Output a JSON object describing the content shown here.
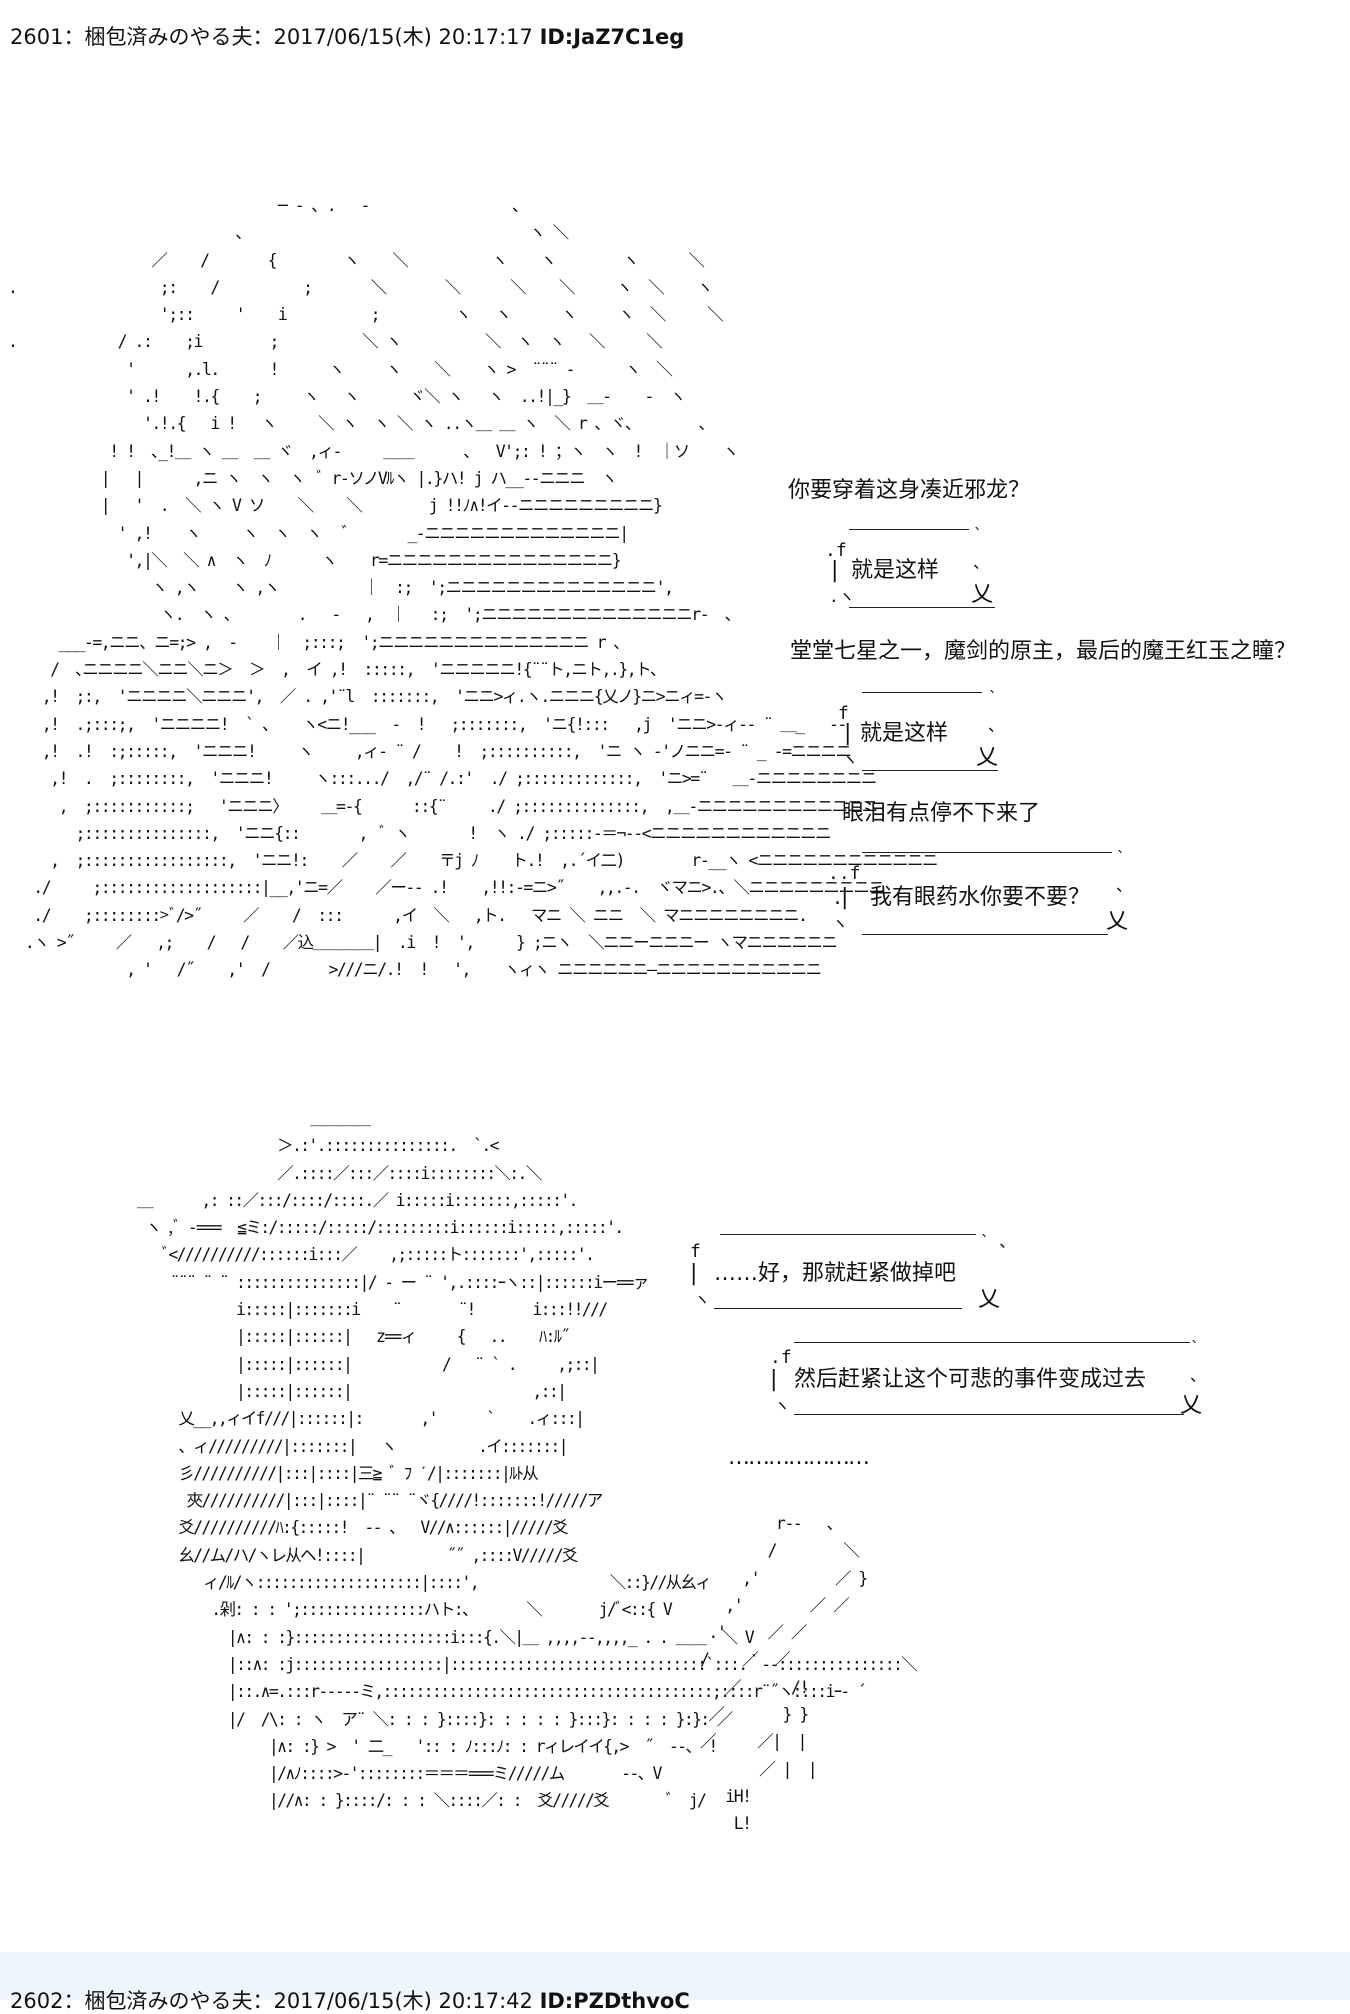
{
  "post1": {
    "number": "2601",
    "name": "：梱包済みのやる夫",
    "date": "：2017/06/15(木) 20:17:17",
    "id": "ID:JaZ7C1eg"
  },
  "post2": {
    "number": "2602",
    "name": "：梱包済みのやる夫",
    "date": "：2017/06/15(木) 20:17:42",
    "id": "ID:PZDthvoC"
  },
  "aa1": {
    "art": "                                ─ - ､ .   -                 ､\n                           ､                                  ヽ ＼\n                 ／    /       {        ヽ    ＼          ヽ    ヽ        ヽ      ＼\n.                 ;:    /          ;       ＼       ＼      ＼    ＼     ヽ  ＼    ヽ\n                  ';::     '    i          ;         ヽ   ヽ      ヽ     ヽ  ＼     ＼\n.            / .:    ;i        ;          ＼ ヽ          ＼  ヽ  ヽ   ＼     ＼\n              '      ,.l.      !      ヽ     ヽ    ＼    ヽ >  ¨¨¨ -      ヽ  ＼\n              ' .!    !.{    ;     ヽ   ヽ      ヾ＼ ヽ   ヽ  ..!|_}  ＿-    -  ヽ\n                '.!.{   i !   ヽ     ＼ ヽ  ヽ ＼ ヽ ..ヽ＿ ＿ ヽ  ＼ r ､ ヾ、       ､\n            ! !  ､_!＿ ヽ ＿  ＿ ヾ  ,ィ-     ＿＿      ､   V';: ! ；ヽ  ヽ  !  ｜ソ    ヽ\n           |   |      ,ニ ヽ  ヽ  ヽ  ﾞ r-ソノVﾙヽ |.}ハ! j ハ__--ニニニ  ヽ\n           |   '  .  ＼ ヽ V ソ    ＼    ＼        j !!ﾉ∧!イ--ニニニニニニニニニ}\n             ' ,!    ヽ     ヽ  ヽ  ヽ   ﾞ       _-ニニニニニニニニニニニニニ|\n              ',|＼  ＼ ∧  ヽ  ﾉ      ヽ    r=ニニニニニニニニニニニニニニニ}\n                 ヽ ,ヽ    ヽ ,ヽ          ｜  :;  ';ニニニニニニニニニニニニニニ',\n                  ヽ.  ヽ 、       .   ‐   ,  ｜   :;  ';ニニニニニニニニニニニニニニr‐  ､\n      ___‐=,ニニ、ニ=;> ,  -    ｜  ;:::;  ';ニニニニニニニニニニニニニニ r ､\n     /  ､ニニニニ＼ニニ＼ニ＞  ＞  ,  イ ,!  :::::,  'ニニニニニ!{¨¨ト,ニト,.},ト、\n    ,!  ;:,  'ニニニニ＼ニニニ',  ／ . ,'¨l  :::::::,  'ニニ>ィ.ヽ.ニニニ{乂ノ}ニ>ニィ=-ヽ\n    ,!  .;:::;,  'ニニニニ!  ` 、   ヽ<ニ!___  -  !   ;:::::::,  'ニ{!:::   ,j  'ニニ>-ィ-‐ ¨ ＿_   --\n    ,!  .!  :;:::::,  'ニニニ!     ヽ     ,ィ‐ ¨ /    !  ;::::::::::,  'ニ ヽ ‐'ノニニ=- ¨ _ -=ニニニニ\n     ,!  .  ;::::::::,  'ニニニ!     ヽ:::.../  ,/¨ /.:'  ./ ;:::::::::::::,  'ニ>=¨   ＿-ニニニニニニニニ\n      ,  ;:::::::::::;   'ニニニ〉    ＿=-{      ::{¨     ./ ;::::::::::::::,  ,＿-ニニニニニニニニニニニニ\n        ;:::::::::::::::,  'ニニ{::       ,  ﾞ ヽ       !  ヽ ./ ;:::::-＝¬-‐<ニニニニニニニニニニニニ\n     ,  ;:::::::::::::::::,  'ニニ!:    ／    ／    〒j ﾉ    ト.!  ,.´イ二)        r‐__ヽ <ニニニニニニニニニニニニ\n   ./     ;:::::::::::::::::::|__,'ニ=／    ／ー‐‐ .!    ,!!:-=ニ>˝    ,,.-.  ヾマニ>.、＼ニニニニニニニニニ\n   ./    ;::::::::>ﾞ/>˝     ／    /  :::      ,イ  ＼   ,ト.   マニ ＼ ニニ  ＼ マニニニニニニニニ.\n  .ヽ >˝     ／   ,;    /   /    ／込＿＿＿＿|  .i  !  ',     } ;ニヽ  ＼ニニーニニニー ヽマニニニニニニ\n              , '   /˝    ,'  /       >///ニ/.!  !   ',    ヽィヽ ニニニニニニ―ニニニニニニニニニニニ"
  },
  "speech1": {
    "line1": "你要穿着这身凑近邪龙？",
    "bubble1": "就是这样",
    "line2": "堂堂七星之一，魔剑的原主，最后的魔王红玉之瞳？",
    "bubble2": "就是这样",
    "line3": "眼泪有点停不下来了",
    "bubble3": "我有眼药水你要不要？"
  },
  "aa2": {
    "art": "                          ＿＿＿＿\n                      ＞.:'.:::::::::::::::.  `.<\n                      ／.::::／:::／::::i::::::::＼:.＼\n     ＿      ,: ::／:::/::::/::::.／ i:::::i:::::::,:::::'.\n      ヽ ,ﾞ ‐===  ≦ミ:/:::::/:::::/:::::::::i::::::i:::::,:::::'.\n        ﾞ<//////////::::::i:::／    ,;:::::ト:::::::',:::::'.\n         ¨¨¨ ¨ ¨ :::::::::::::::|/ - ー ¨ ',.::::ｰヽ::|::::::iー==ァ\n                 i:::::|:::::::i    ¨       ¨!       i:::!!///\n                 |:::::|::::::|   z==ィ     {   ..    ﾊ:ﾙ˝\n                 |:::::|::::::|           /   ¨ ` .     ,;::|\n                 |:::::|::::::|                      ,::|\n          乂__,,ィイf///|::::::|:       ,'      `    .ィ:::|\n          、ィ/////////|:::::::|   ヽ          .イ:::::::|\n          彡//////////|:::|::::|三≧ ﾞ ﾌ ˊ/|:::::::|ﾙﾄ从\n           夾//////////|:::|::::|¨ ¨¨ ¨ヾ{////!:::::::!/////ア\n          爻//////////ﾊ:{:::::!  -- 、  V//∧::::::|/////爻\n          幺//ム/ハ/ヽレ从ヘ!::::|          ˝˝ ,::::V/////爻\n             ィ/ﾙ/ヽ::::::::::::::::::::|::::',                ＼::}//从幺ィ\n              .剁: : : ';:::::::::::::::ハト:、      ＼       j/ﾞ<::{ V\n                |∧: : :}:::::::::::::::::::i:::{.＼|＿ ,,,,-‐,,,,_ ．. ＿＿  ＼ V\n                |::∧: :j::::::::::::::::::|:::::::::::::::::::::::::::::::`:::.｀--:::::::::::::::＼\n                |::.∧=.:::r-----ミ,::::::::::::::::::::::::::::::::::::::::;::::r¨˝ヽ::::iｰ‐ ´\n                |/  /\\: : ヽ  ア¨ ＼: : : }::::}: : : : : }:::}: : : : }:}: ／\n                     |∧: :} >  ' 二_   ':: : ﾉ:::ﾉ: : rィレイイ{,>  ˝  --、 !\n                     |/∧ﾉ::::>-'::::::::＝＝＝===ミ/////ム       --、V\n                     |//∧: : }::::/: : : ＼::::／: :  爻/////爻       ﾞ  j/",
    "art_side": "         r‐‐   、\n        /        ＼\n     ,'         ／ }\n   ,'        ／ ／\n .'     ／ ／\n/    ／  ／\n   ／      /!\n ／       } }\n／     ／|  |\n       ／ |  |\n   iH!\n    L!"
  },
  "speech2": {
    "bubble1": "……好，那就赶紧做掉吧",
    "bubble2": "然后赶紧让这个可悲的事件变成过去",
    "dots": "…………………"
  }
}
